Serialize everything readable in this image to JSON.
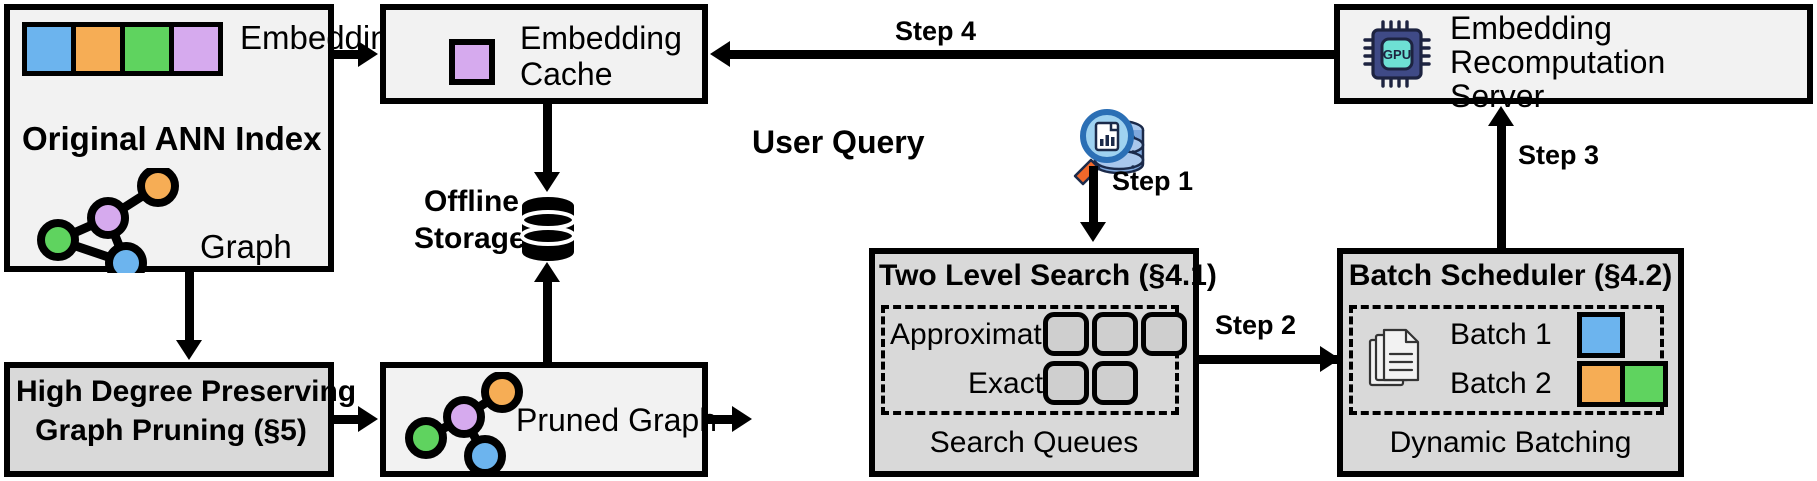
{
  "diagram": {
    "title": "ANN index serving pipeline with embedding recomputation",
    "colors": {
      "blue": "#6cb4ee",
      "orange": "#f6ad55",
      "green": "#5fd35f",
      "purple": "#d6aaee",
      "box_fill_light": "#f2f2f2",
      "box_fill_gray": "#d9d9d9",
      "slot_fill": "#cfcfcf",
      "stroke": "#000000",
      "gpu_chip_body": "#3f4a86",
      "gpu_chip_core": "#6ee0d4",
      "db_blue": "#7fa8dd"
    }
  },
  "nodes": {
    "original_ann_index": {
      "title": "Original ANN Index",
      "embedding_label": "Embedding",
      "graph_label": "Graph",
      "embedding_chips": [
        "blue",
        "orange",
        "green",
        "purple"
      ],
      "graph_nodes": [
        "green",
        "purple",
        "orange",
        "blue"
      ],
      "graph_edges": [
        [
          "green",
          "purple"
        ],
        [
          "purple",
          "orange"
        ],
        [
          "green",
          "blue"
        ],
        [
          "purple",
          "blue"
        ]
      ]
    },
    "embedding_cache": {
      "title": "Embedding\nCache",
      "title_line1": "Embedding",
      "title_line2": "Cache",
      "chip_color": "purple",
      "icon": "embedding-square-icon"
    },
    "offline_storage": {
      "label_line1": "Offline",
      "label_line2": "Storage",
      "icon": "database-icon"
    },
    "high_degree_pruning": {
      "title_line1": "High Degree Preserving",
      "title_line2": "Graph Pruning (§5)"
    },
    "pruned_graph": {
      "label": "Pruned Graph",
      "graph_nodes": [
        "green",
        "purple",
        "orange",
        "blue"
      ],
      "graph_edges": [
        [
          "green",
          "purple"
        ],
        [
          "purple",
          "orange"
        ],
        [
          "purple",
          "blue"
        ]
      ]
    },
    "user_query": {
      "label": "User Query",
      "icon": "search-database-icon"
    },
    "two_level_search": {
      "title": "Two Level Search (§4.1)",
      "rows": [
        {
          "label": "Approximate",
          "slots": 3
        },
        {
          "label": "Exact",
          "slots": 2
        }
      ],
      "footer": "Search Queues"
    },
    "batch_scheduler": {
      "title": "Batch Scheduler (§4.2)",
      "icon": "documents-icon",
      "batches": [
        {
          "label": "Batch 1",
          "chips": [
            "blue"
          ]
        },
        {
          "label": "Batch 2",
          "chips": [
            "orange",
            "green"
          ]
        }
      ],
      "footer": "Dynamic Batching"
    },
    "recomputation_server": {
      "title_line1": "Embedding",
      "title_line2": "Recomputation",
      "title_line3": "Server",
      "icon": "gpu-chip-icon",
      "icon_text": "GPU"
    }
  },
  "steps": {
    "step1": "Step 1",
    "step2": "Step 2",
    "step3": "Step 3",
    "step4": "Step 4"
  }
}
